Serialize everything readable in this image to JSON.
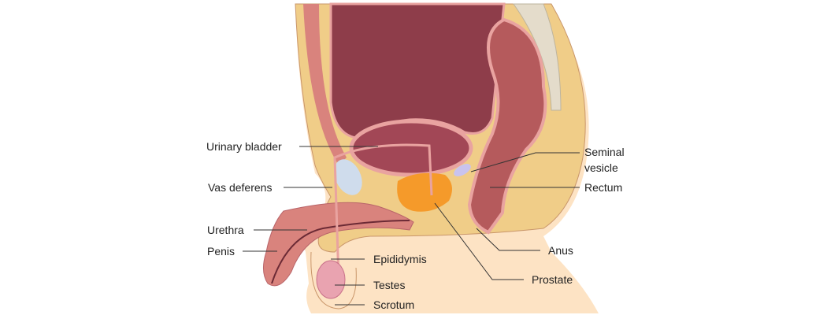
{
  "labels": {
    "urinary_bladder": "Urinary bladder",
    "vas_deferens": "Vas deferens",
    "urethra": "Urethra",
    "penis": "Penis",
    "epididymis": "Epididymis",
    "testes": "Testes",
    "scrotum": "Scrotum",
    "seminal_vesicle_line1": "Seminal",
    "seminal_vesicle_line2": "vesicle",
    "rectum": "Rectum",
    "anus": "Anus",
    "prostate": "Prostate"
  },
  "colors": {
    "skin": "#fde3c4",
    "tissue": "#f0cd88",
    "organ": "#8e3d4a",
    "wall": "#e9a3a0",
    "prostate": "#f59a2a",
    "vesicle": "#c9c3ee",
    "bone": "#cfdcec"
  }
}
